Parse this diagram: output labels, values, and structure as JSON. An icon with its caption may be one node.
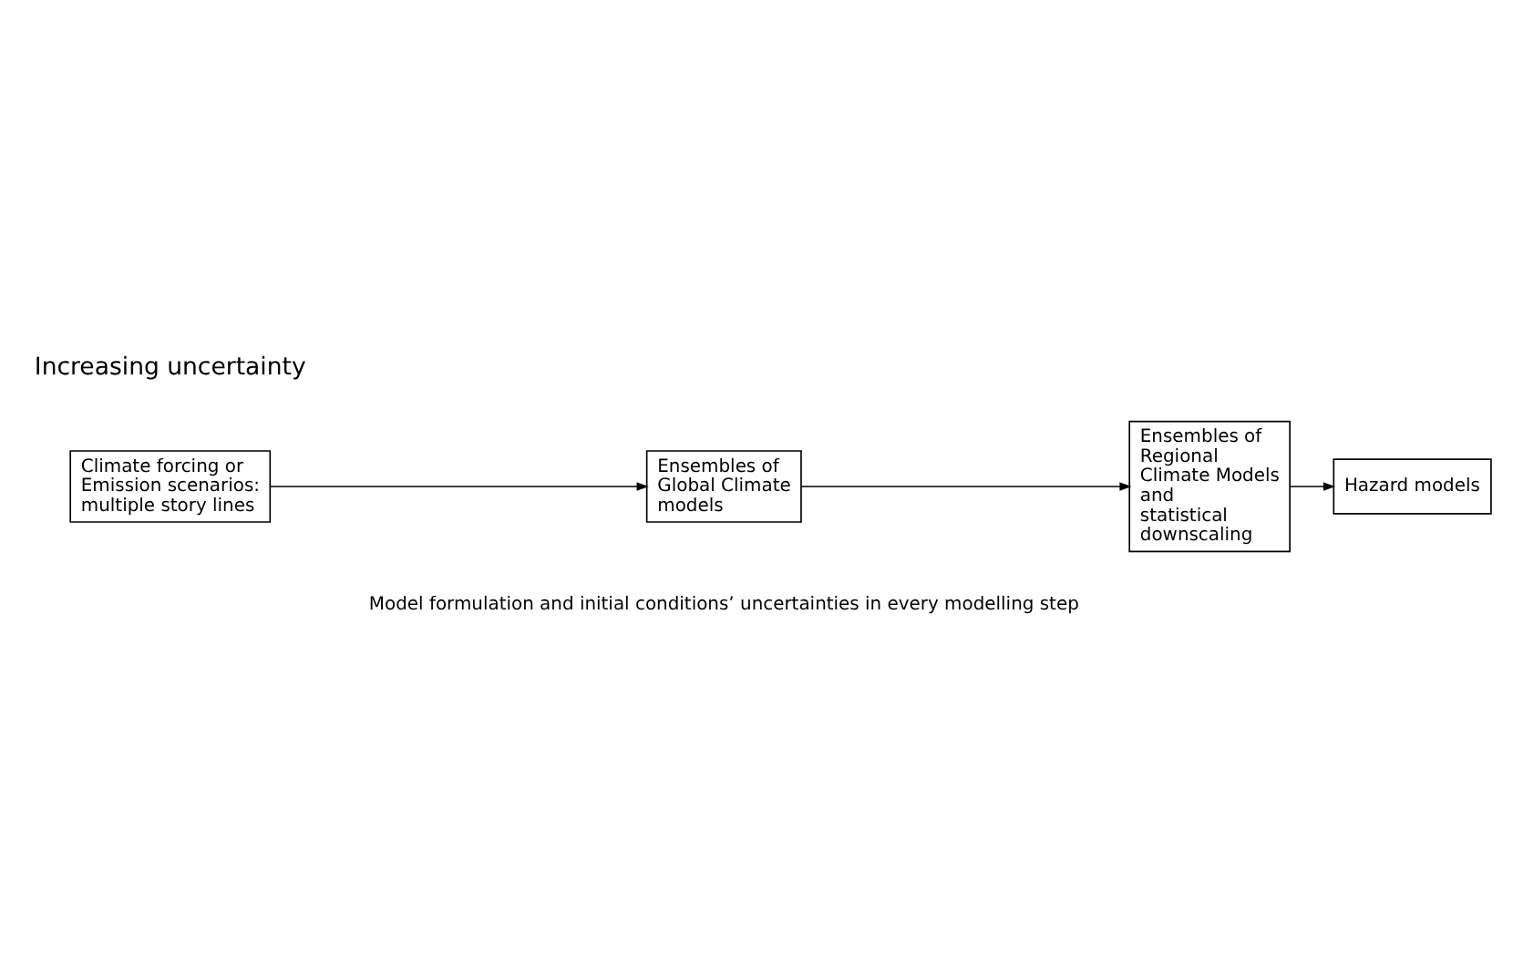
{
  "diagram": {
    "nodes": [
      {
        "text": [
          "Climate forcing or Emission scenarios: multiple story lines"
        ]
      },
      {
        "text": [
          "Ensembles of Global Climate models"
        ]
      },
      {
        "text": [
          "Ensembles of Regional Climate Models and statistical downscaling"
        ]
      },
      {
        "text": [
          "Hazard models"
        ]
      }
    ],
    "edges": [
      {
        "from": 0,
        "to": 1,
        "arrow": "to"
      },
      {
        "from": 1,
        "to": 2,
        "arrow": "to"
      },
      {
        "from": 2,
        "to": 3,
        "arrow": "to"
      }
    ],
    "labels": [
      "Increasing uncertainty",
      "Model formulation and initial conditions’ uncertainties in every modelling step"
    ]
  }
}
